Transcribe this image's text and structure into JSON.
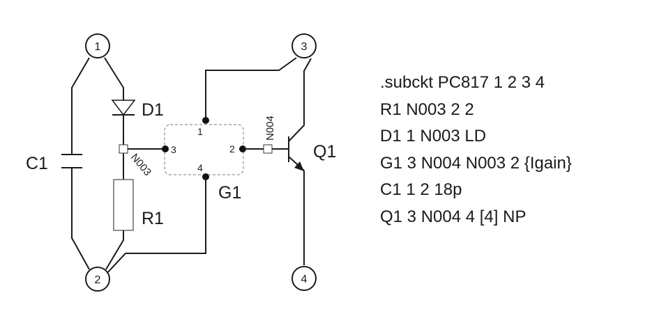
{
  "schematic": {
    "nodes": [
      "1",
      "2",
      "3",
      "4"
    ],
    "components": {
      "d1": "D1",
      "c1": "C1",
      "r1": "R1",
      "g1": "G1",
      "q1": "Q1"
    },
    "nets": {
      "n003": "N003",
      "n004": "N004"
    },
    "g1_pins": [
      "1",
      "2",
      "3",
      "4"
    ]
  },
  "netlist": [
    ".subckt PC817 1 2 3 4",
    "R1 N003 2 2",
    "D1 1 N003 LD",
    "G1 3 N004 N003 2 {Igain}",
    "C1 1 2 18p",
    "Q1 3 N004 4 [4] NP"
  ]
}
